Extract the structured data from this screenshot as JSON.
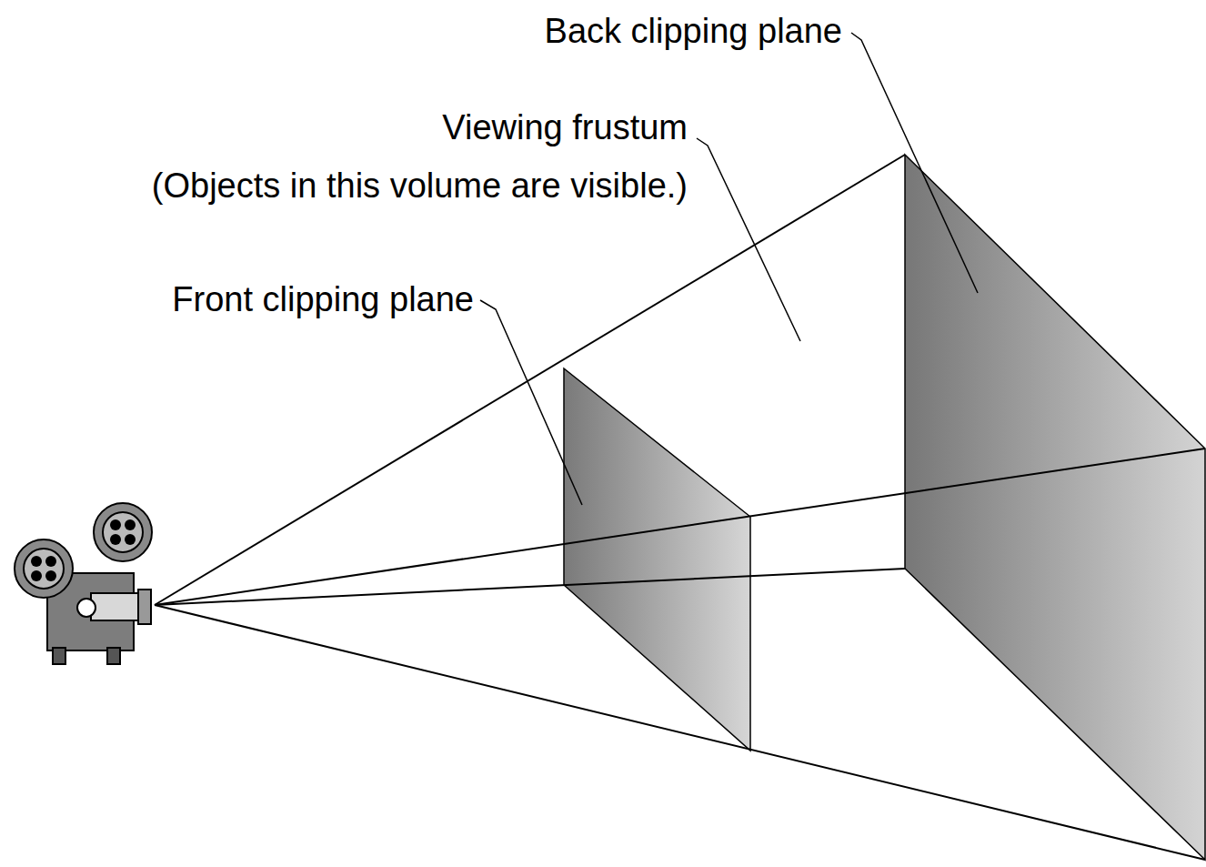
{
  "diagram": {
    "labels": [
      "Back clipping plane",
      "Viewing frustum",
      "(Objects in this volume are visible.)",
      "Front clipping plane"
    ]
  }
}
